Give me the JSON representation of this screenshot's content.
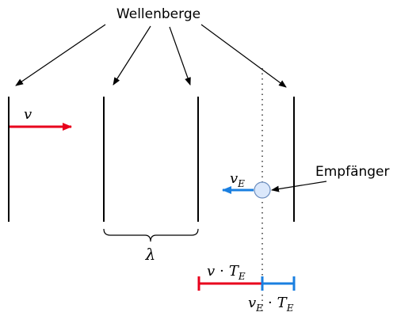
{
  "labels": {
    "title": "Wellenberge",
    "receiver": "Empfänger",
    "v": "v",
    "vE": "v",
    "vE_sub": "E",
    "lambda": "λ",
    "vT_v": "v",
    "vT_dot": "·",
    "vT_T": "T",
    "vT_sub": "E",
    "vET_v": "v",
    "vET_sub1": "E",
    "vET_dot": "·",
    "vET_T": "T",
    "vET_sub2": "E"
  },
  "colors": {
    "wave_speed": "#e8001c",
    "receiver_speed": "#1a7fe0",
    "receiver_fill": "#dbe8fb",
    "receiver_stroke": "#6c8ebf",
    "line": "#000000",
    "dotted": "#333333"
  }
}
